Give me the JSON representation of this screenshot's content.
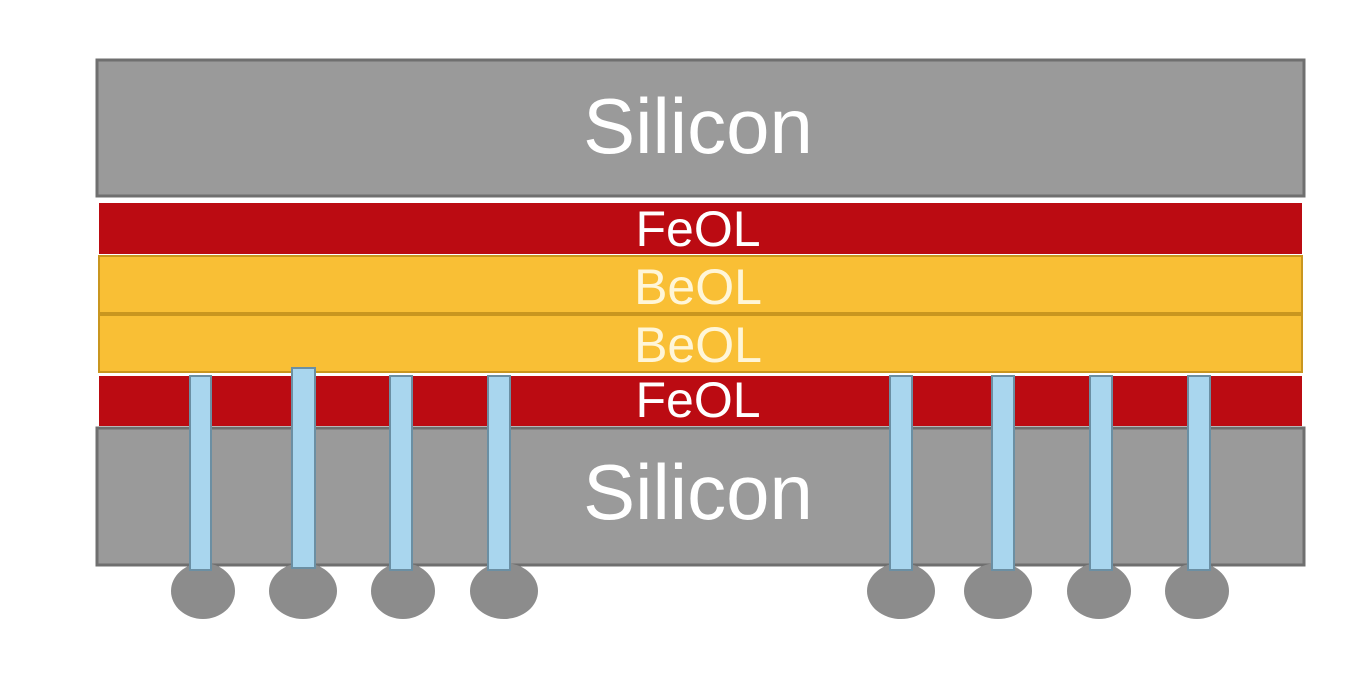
{
  "layers": {
    "silicon_top": {
      "label": "Silicon"
    },
    "feol_top": {
      "label": "FeOL"
    },
    "beol_top": {
      "label": "BeOL"
    },
    "beol_bottom": {
      "label": "BeOL"
    },
    "feol_bottom": {
      "label": "FeOL"
    },
    "silicon_bottom": {
      "label": "Silicon"
    }
  },
  "colors": {
    "silicon": "#9a9a9a",
    "silicon_outline": "#6f6f6f",
    "feol": "#bb0b12",
    "beol": "#f9bf35",
    "via": "#a9d6ee",
    "bump": "#8c8c8c"
  },
  "via_count": 8,
  "bump_count": 8
}
